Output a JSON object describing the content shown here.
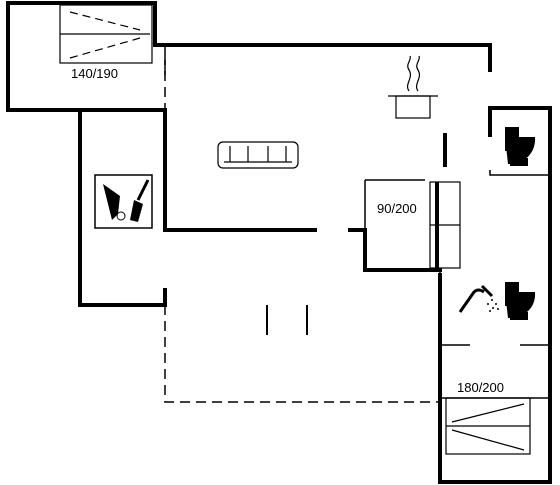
{
  "floor_plan": {
    "labels": {
      "bed_top": "140/190",
      "bed_middle": "90/200",
      "bed_bottom": "180/200"
    },
    "icons": [
      "bed-icon",
      "sofa-icon",
      "stove-pot-icon",
      "toilet-icon",
      "shower-icon",
      "utility-tools-icon"
    ],
    "colors": {
      "wall": "#000000",
      "background": "#ffffff"
    }
  }
}
